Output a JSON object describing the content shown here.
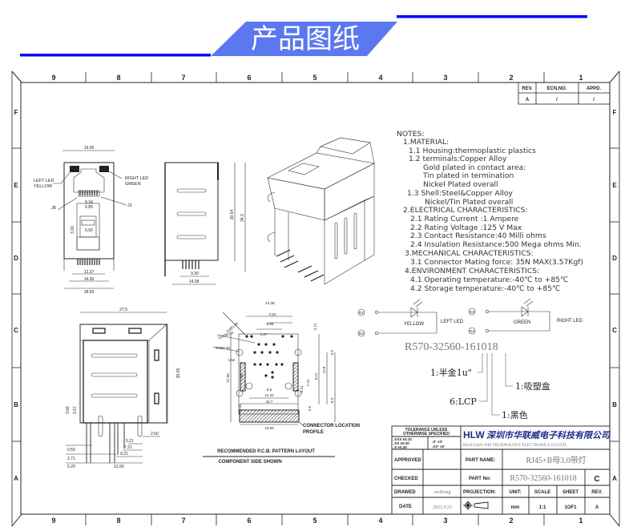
{
  "banner": {
    "title": "产品图纸",
    "accent": "#0000ff",
    "tab_color": "#5b78f0"
  },
  "frame": {
    "columns": [
      "9",
      "8",
      "7",
      "6",
      "5",
      "4",
      "3",
      "2",
      "1"
    ],
    "rows": [
      "F",
      "E",
      "D",
      "C",
      "B",
      "A"
    ]
  },
  "revision_table": {
    "headers": [
      "REV.",
      "ECN.NO.",
      "APPD."
    ],
    "row": [
      "A",
      "/",
      "/"
    ]
  },
  "front_view": {
    "width_top": "19.05",
    "left_led": "LEFT LED",
    "left_led_color": "YELLOW",
    "right_led": "RIGHT LED",
    "right_led_color": "GREEN",
    "pin_left": "J8",
    "pin_right": "J1",
    "dims": [
      "8.34",
      "6.85",
      "3.20",
      "5.50",
      "12.37",
      "14.30",
      "18.65"
    ]
  },
  "side_view": {
    "dims": [
      "30.54",
      "34.2",
      "9.30",
      "14.38"
    ]
  },
  "notes": [
    "NOTES:",
    "1.MATERIAL:",
    "1.1  Housing:thermoplastic  plastics",
    "1.2  terminals:Copper  Alloy",
    "Gold  plated  in  contact  area:",
    "Tin  plated  in  termination",
    "Nickel  Plated  overall",
    "1.3  Shell:Steel&Copper  Alloy",
    "Nickel/Tin  Plated  overall",
    "2.ELECTRICAL  CHARACTERISTICS:",
    "2.1  Rating  Current  :1  Ampere",
    "2.2  Rating  Voltage  :125  V  Max",
    "2.3  Contact  Resistance:40  Milli  ohms",
    "2.4  Insulation  Resistance:500  Mega  ohms  Min.",
    "3.MECHANICAL  CHARACTERISTICS:",
    "3.1  Connector  Mating  force:  35N  MAX(3.57Kgf)",
    "4.ENVIRONMENT  CHARACTERISTICS:",
    "4.1  Operating  temperature:-40℃  to  +85℃",
    "4.2  Storage  temperature:-40℃  to  +85℃"
  ],
  "led_schematic": {
    "pins": [
      "D1",
      "D2",
      "D3",
      "D4"
    ],
    "yellow": "YELLOW",
    "left_led": "LEFT LED",
    "green": "GREEN",
    "right_led": "RIGHT LED"
  },
  "part_code": {
    "number": "R570-32560-161018",
    "legend": [
      "1:半金1u\"",
      "6:LCP",
      "1:黑色",
      "1:吸塑盒"
    ]
  },
  "bottom_view": {
    "dims": [
      "27.5",
      "30.05",
      "3.66",
      "2.67",
      "0.50",
      "2.71",
      "5.20",
      "12.60",
      "2.50",
      "5.21",
      "7.21",
      "9.21"
    ]
  },
  "pcb_layout": {
    "dims": [
      "14.38",
      "2.54",
      "8.89",
      "1.27",
      "4XØ1.05",
      "12XØ0.90",
      "6XØ2.30",
      "1.52",
      "2.71",
      "5.2",
      "27.50",
      "7.80",
      "3.00",
      "8.5",
      "12.42",
      "15.7",
      "19.05",
      "9.21",
      "7.21",
      "5.21",
      "12.6",
      "8.3",
      "2.5"
    ],
    "connector_label_1": "CONNECTOR LOCATION",
    "connector_label_2": "PROFILE",
    "caption": "RECOMMENDED P.C.B. PATTERN LAYOUT",
    "subcaption": "COMPONENT SIDE SHOWN"
  },
  "title_block": {
    "tolerance_header_1": "TOLERANCE UNLESS",
    "tolerance_header_2": "OTHERWISE SPECIFIED",
    "tol_linear": [
      ".XXX  ±0.10",
      ".XX   ±0.20",
      ".X    ±0.30"
    ],
    "tol_angular": [
      ".X°   ±3'",
      ".XX°  ±2'"
    ],
    "company_logo": "HLW",
    "company_cn": "深圳市华联威电子科技有限公司",
    "company_en": "HUA LIAN WEI TECHNOLOGY ELECTRONICS CO;LTD.",
    "approved_label": "APPROVED",
    "checked_label": "CHECKED",
    "drawed_label": "DRAWED",
    "drawed_value": "weihong",
    "date_label": "DATE",
    "date_value": "2021.9.23",
    "part_name_label": "PART NAME:",
    "part_name_value": "RJ45+B母3.0带灯",
    "part_no_label": "PART No:",
    "part_no_value": "R570-32560-161018",
    "part_rev": "C",
    "projection_label": "PROJECTION:",
    "unit_label": "UNIT:",
    "unit_value": "mm",
    "scale_label": "SCALE",
    "scale_value": "1:1",
    "sheet_label": "SHEET",
    "sheet_value": "1OF1",
    "rev_label": "REV.",
    "rev_value": "A"
  }
}
